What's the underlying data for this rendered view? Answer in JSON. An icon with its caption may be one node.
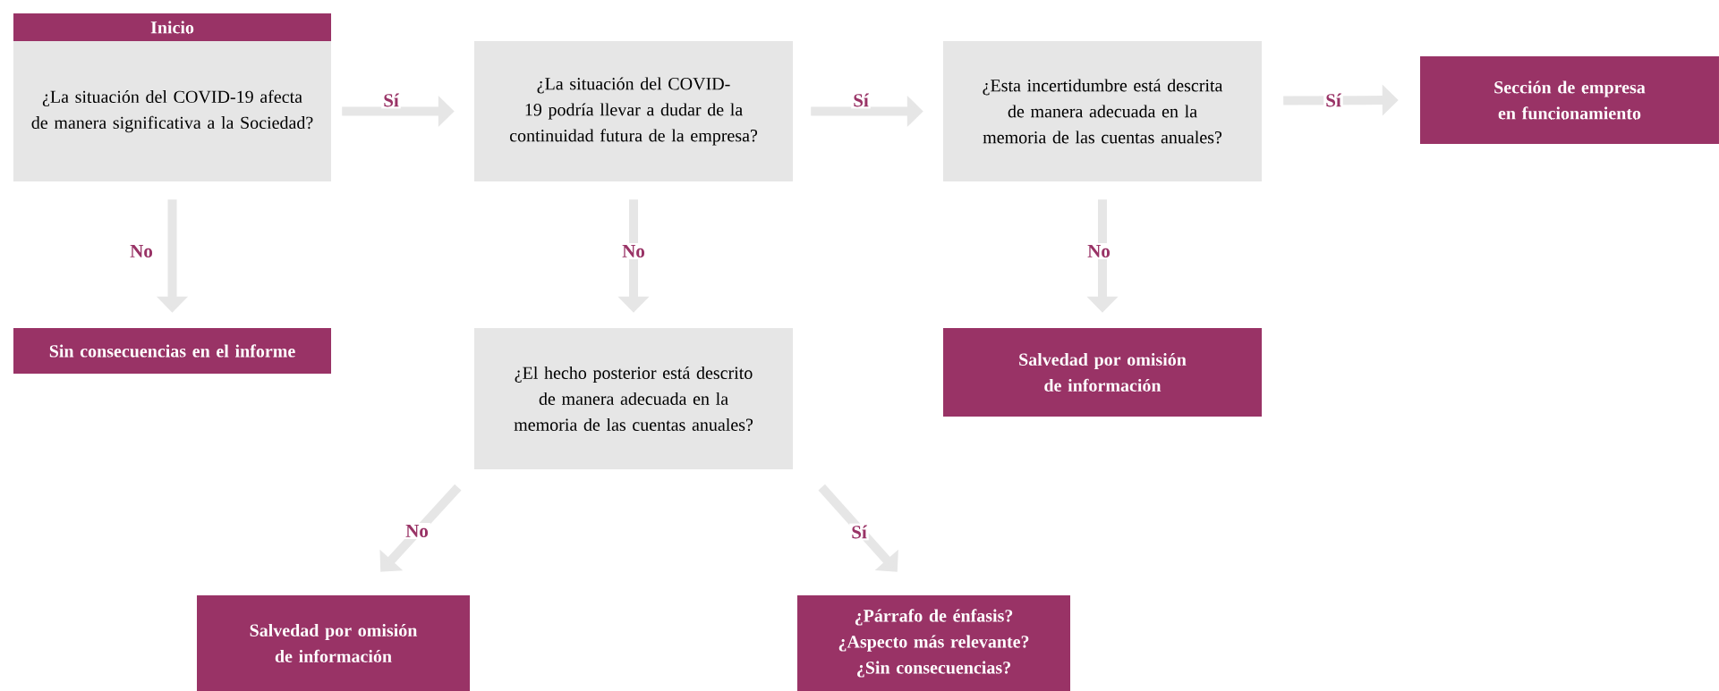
{
  "diagram": {
    "nodes": [
      {
        "text": [
          "Inicio"
        ]
      },
      {
        "text": [
          "¿La situación del COVID-19 afecta de manera significativa a la Sociedad?"
        ]
      },
      {
        "text": [
          "¿La situación del COVID-19 podría llevar a dudar de la continuidad futura de la empresa?"
        ]
      },
      {
        "text": [
          "¿Esta incertidumbre está descrita de manera adecuada en la memoria de las cuentas anuales?"
        ]
      },
      {
        "text": [
          "Sección de empresa en funcionamiento"
        ]
      },
      {
        "text": [
          "Sin consecuencias en el informe"
        ]
      },
      {
        "text": [
          "¿El hecho posterior está descrito de manera adecuada en la memoria de las cuentas anuales?"
        ]
      },
      {
        "text": [
          "Salvedad por omisión de información"
        ]
      },
      {
        "text": [
          "Salvedad por omisión de información"
        ]
      },
      {
        "text": [
          "¿Párrafo de énfasis? ¿Aspecto más relevante? ¿Sin consecuencias?"
        ]
      }
    ],
    "edges": [
      {
        "from": 1,
        "to": 2,
        "arrow": "to",
        "label": "Sí"
      },
      {
        "from": 2,
        "to": 3,
        "arrow": "to",
        "label": "Sí"
      },
      {
        "from": 3,
        "to": 4,
        "arrow": "to",
        "label": "Sí"
      },
      {
        "from": 1,
        "to": 5,
        "arrow": "to",
        "label": "No"
      },
      {
        "from": 2,
        "to": 6,
        "arrow": "to",
        "label": "No"
      },
      {
        "from": 3,
        "to": 7,
        "arrow": "to",
        "label": "No"
      },
      {
        "from": 6,
        "to": 8,
        "arrow": "to",
        "label": "No"
      },
      {
        "from": 6,
        "to": 9,
        "arrow": "to",
        "label": "Sí"
      }
    ]
  }
}
